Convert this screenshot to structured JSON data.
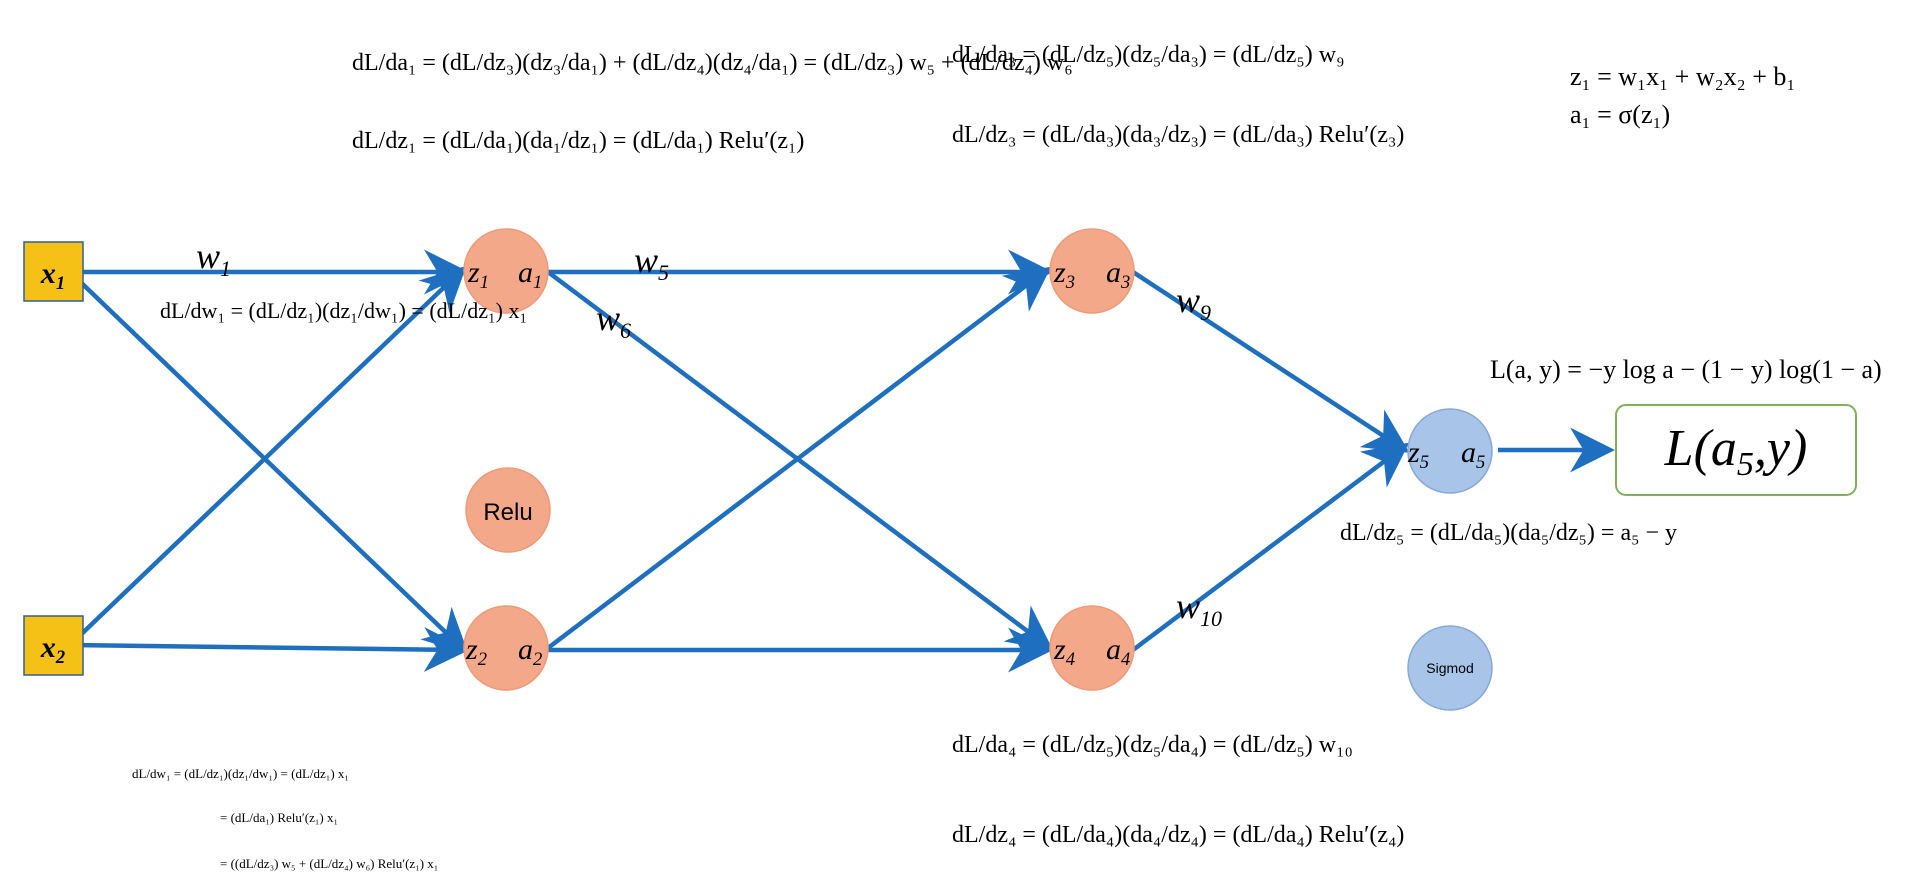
{
  "colors": {
    "arrow": "#1f6fc0",
    "input_fill": "#f5c116",
    "input_stroke": "#2e5f98",
    "relu_fill": "#f4a88a",
    "relu_stroke": "#ef9a78",
    "sigmoid_fill": "#a8c4e8",
    "sigmoid_stroke": "#88a9d6",
    "loss_stroke": "#7fb05a"
  },
  "nodes": {
    "x1": {
      "base": "x",
      "sub": "1"
    },
    "x2": {
      "base": "x",
      "sub": "2"
    },
    "h1": {
      "z": "z",
      "z_sub": "1",
      "a": "a",
      "a_sub": "1"
    },
    "h2": {
      "z": "z",
      "z_sub": "2",
      "a": "a",
      "a_sub": "2"
    },
    "h3": {
      "z": "z",
      "z_sub": "3",
      "a": "a",
      "a_sub": "3"
    },
    "h4": {
      "z": "z",
      "z_sub": "4",
      "a": "a",
      "a_sub": "4"
    },
    "out": {
      "z": "z",
      "z_sub": "5",
      "a": "a",
      "a_sub": "5"
    }
  },
  "legend": {
    "relu_label": "Relu",
    "sigmoid_label": "Sigmod"
  },
  "loss_box": {
    "prefix": "L(a",
    "sub": "5",
    "suffix": ",y)"
  },
  "loss_formula": "L(a, y) = −y log a − (1 − y) log(1 − a)",
  "weights": {
    "w1": {
      "base": "w",
      "sub": "1"
    },
    "w5": {
      "base": "w",
      "sub": "5"
    },
    "w6": {
      "base": "w",
      "sub": "6"
    },
    "w9": {
      "base": "w",
      "sub": "9"
    },
    "w10": {
      "base": "w",
      "sub": "10"
    }
  },
  "formulas": {
    "top_left_line1": "dL/da₁ = (dL/dz₃)(dz₃/da₁) + (dL/dz₄)(dz₄/da₁) = (dL/dz₃) w₅ + (dL/dz₄) w₆",
    "top_left_line2": "dL/dz₁ = (dL/da₁)(da₁/dz₁) = (dL/da₁) Relu′(z₁)",
    "top_mid_line1": "dL/da₃ = (dL/dz₅)(dz₅/da₃) = (dL/dz₅) w₉",
    "top_mid_line2": "dL/dz₃ = (dL/da₃)(da₃/dz₃) = (dL/da₃) Relu′(z₃)",
    "top_right_line1": "z₁ = w₁x₁ + w₂x₂ + b₁",
    "top_right_line2": "a₁ = σ(z₁)",
    "dw1": "dL/dw₁ = (dL/dz₁)(dz₁/dw₁) = (dL/dz₁) x₁",
    "dz5": "dL/dz₅ = (dL/da₅)(da₅/dz₅) = a₅ − y",
    "bottom_mid_line1": "dL/da₄ = (dL/dz₅)(dz₅/da₄) = (dL/dz₅) w₁₀",
    "bottom_mid_line2": "dL/dz₄ = (dL/da₄)(da₄/dz₄) = (dL/da₄) Relu′(z₄)",
    "bottom_left_line1": "dL/dw₁ = (dL/dz₁)(dz₁/dw₁) = (dL/dz₁) x₁",
    "bottom_left_line2": "= (dL/da₁) Relu′(z₁) x₁",
    "bottom_left_line3": "= ((dL/dz₃) w₅ + (dL/dz₄) w₆) Relu′(z₁) x₁"
  }
}
